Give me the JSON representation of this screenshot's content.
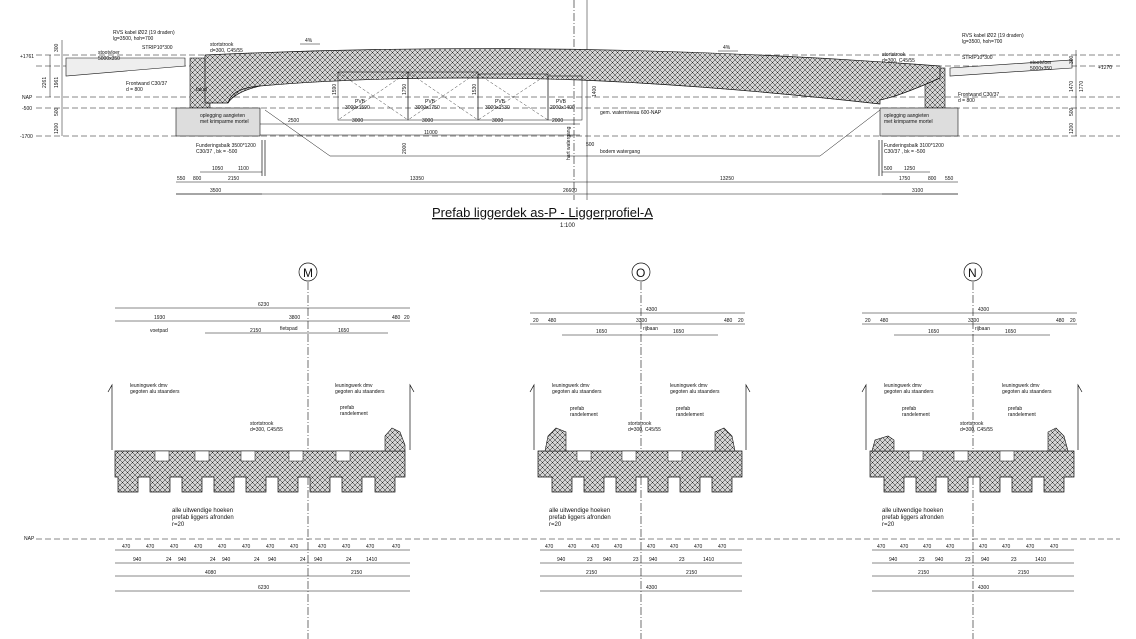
{
  "top": {
    "title": "Prefab liggerdek as-P  - Liggerprofiel-A",
    "scale": "1:100",
    "levels": [
      "+1761",
      "NAP",
      "-500",
      "-1700",
      "+1270"
    ],
    "left_labels": [
      "RVS kabel Ø22 (19 draden)",
      "lg=3500, hoh=700",
      "STRIP10*300",
      "stortstrook",
      "d=300, C45/55",
      "stootvloer",
      "5000x350",
      "Frontwand C30/37",
      "d = 800",
      "talud",
      "oplegging aangieten",
      "met krimparme mortel",
      "Funderingsbalk 3500*1200",
      "C30/37 , bk = -500"
    ],
    "right_labels": [
      "RVS kabel Ø22 (19 draden)",
      "lg=3500, hoh=700",
      "STRIP10*300",
      "stortstrook",
      "d=300, C45/55",
      "stootvloer",
      "5000x350",
      "Frontwand C30/37",
      "d = 800",
      "oplegging aangieten",
      "met krimparme mortel",
      "Funderingsbalk 3100*1200",
      "C30/37 , bk = -500"
    ],
    "slope": "4%",
    "left_vdims": [
      "300",
      "2261",
      "1961",
      "500",
      "1200"
    ],
    "right_vdims": [
      "300",
      "1770",
      "1470",
      "500",
      "1200"
    ],
    "pvb": [
      "PVB",
      "PVB",
      "PVB",
      "PVB"
    ],
    "pvb_sizes": [
      "3000x1590",
      "3000x1750",
      "3000x1530",
      "2000x1400"
    ],
    "pvb_heights": [
      "1590",
      "1750",
      "1530",
      "1400"
    ],
    "span_dims": [
      "2500",
      "3000",
      "3000",
      "3000",
      "2000"
    ],
    "span_total": "11000",
    "water": "gem. waterniveau 600-NAP",
    "bottom_water": "bodem watergang",
    "dim_2000": "2000",
    "dim_500": "500",
    "hart_label": "hart watergang",
    "left_foot_dims": [
      "1050",
      "1100",
      "550",
      "800",
      "2150",
      "3500"
    ],
    "right_foot_dims": [
      "500",
      "1250",
      "1750",
      "800",
      "550",
      "3100"
    ],
    "mid_dims": [
      "13350",
      "13250",
      "26600"
    ]
  },
  "sections": [
    {
      "axis": "M",
      "top_total": "6230",
      "row2": [
        "1930",
        "3800",
        "480",
        "20"
      ],
      "row2_labels": [
        "voetpad"
      ],
      "row3": [
        "2150",
        "1650"
      ],
      "row3_label": "fietspad",
      "railing_left": [
        "leuningwerk dmv",
        "gegoten alu staanders"
      ],
      "railing_right": [
        "leuningwerk dmv",
        "gegoten alu staanders"
      ],
      "prefab_right": [
        "prefab",
        "randelement"
      ],
      "stort": [
        "stortstrook",
        "d=300, C45/55"
      ],
      "note": [
        "alle uitwendige hoeken",
        "prefab liggers afronden",
        "r=20"
      ],
      "bottom_row1": [
        "470",
        "470",
        "470",
        "470",
        "470",
        "470",
        "470",
        "470",
        "470",
        "470",
        "470",
        "470"
      ],
      "bottom_row2": [
        "940",
        "24",
        "940",
        "24",
        "940",
        "24",
        "940",
        "24",
        "940",
        "24",
        "1410"
      ],
      "bottom_row3": [
        "4080",
        "2150"
      ],
      "bottom_total": "6230"
    },
    {
      "axis": "O",
      "top_total": "4300",
      "row2": [
        "20",
        "480",
        "3300",
        "480",
        "20"
      ],
      "row3": [
        "1650",
        "1650"
      ],
      "row3_label": "rijbaan",
      "railing_left": [
        "leuningwerk dmv",
        "gegoten alu staanders"
      ],
      "railing_right": [
        "leuningwerk dmv",
        "gegoten alu staanders"
      ],
      "prefab_left": [
        "prefab",
        "randelement"
      ],
      "prefab_right": [
        "prefab",
        "randelement"
      ],
      "stort": [
        "stortstrook",
        "d=300, C45/55"
      ],
      "note": [
        "alle uitwendige hoeken",
        "prefab liggers afronden",
        "r=20"
      ],
      "bottom_row1": [
        "470",
        "470",
        "470",
        "470",
        "470",
        "470",
        "470",
        "470"
      ],
      "bottom_row2": [
        "940",
        "23",
        "940",
        "23",
        "940",
        "23",
        "1410"
      ],
      "bottom_row3": [
        "2150",
        "2150"
      ],
      "bottom_total": "4300"
    },
    {
      "axis": "N",
      "top_total": "4300",
      "row2": [
        "20",
        "480",
        "3300",
        "480",
        "20"
      ],
      "row3": [
        "1650",
        "1650"
      ],
      "row3_label": "rijbaan",
      "railing_left": [
        "leuningwerk dmv",
        "gegoten alu staanders"
      ],
      "railing_right": [
        "leuningwerk dmv",
        "gegoten alu staanders"
      ],
      "prefab_left": [
        "prefab",
        "randelement"
      ],
      "prefab_right": [
        "prefab",
        "randelement"
      ],
      "stort": [
        "stortstrook",
        "d=300, C45/55"
      ],
      "note": [
        "alle uitwendige hoeken",
        "prefab liggers afronden",
        "r=20"
      ],
      "bottom_row1": [
        "470",
        "470",
        "470",
        "470",
        "470",
        "470",
        "470",
        "470"
      ],
      "bottom_row2": [
        "940",
        "23",
        "940",
        "23",
        "940",
        "23",
        "1410"
      ],
      "bottom_row3": [
        "2150",
        "2150"
      ],
      "bottom_total": "4300"
    }
  ],
  "nap_label": "NAP"
}
